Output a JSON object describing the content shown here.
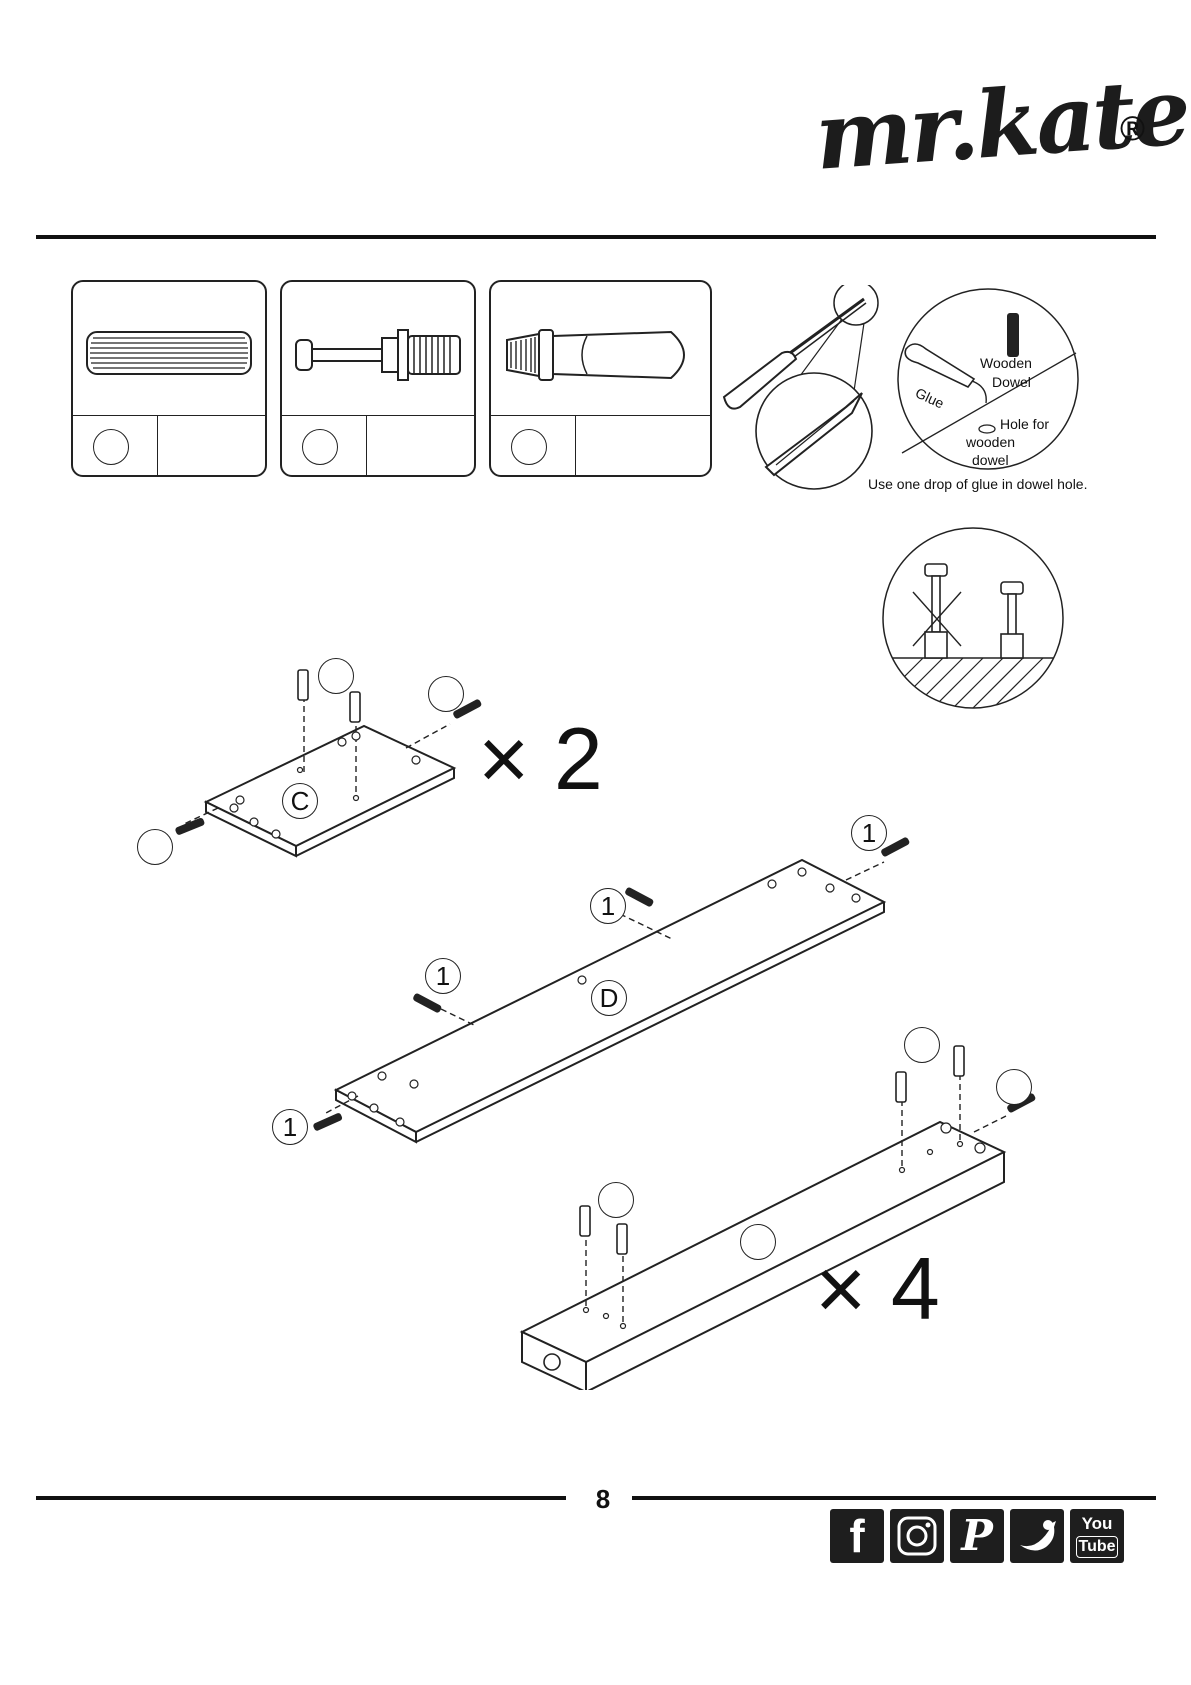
{
  "brand": {
    "name": "mr.kate",
    "registered": "®"
  },
  "tools": {
    "dowel_label_1": "Wooden",
    "dowel_label_2": "Dowel",
    "glue_label": "Glue",
    "hole_label_1": "Hole for",
    "hole_label_2": "wooden",
    "hole_label_3": "dowel",
    "glue_note": "Use one drop of glue in dowel hole."
  },
  "assembly": {
    "panel_c": "C",
    "panel_d": "D",
    "multiplier_c": "× 2",
    "multiplier_rail": "× 4",
    "dowel_callout": "1"
  },
  "footer": {
    "page_number": "8",
    "social": [
      "facebook-icon",
      "instagram-icon",
      "pinterest-icon",
      "twitter-icon",
      "youtube-icon"
    ],
    "youtube_top": "You",
    "youtube_bottom": "Tube"
  }
}
